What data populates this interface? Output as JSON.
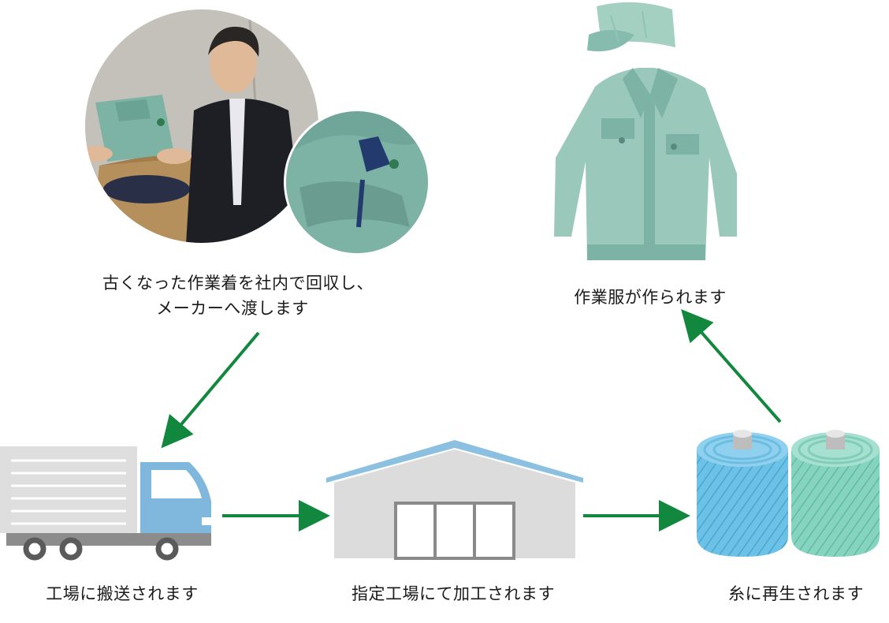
{
  "steps": {
    "collect": {
      "line1": "古くなった作業着を社内で回収し、",
      "line2": "メーカーへ渡します"
    },
    "transport": {
      "label": "工場に搬送されます"
    },
    "process": {
      "label": "指定工場にて加工されます"
    },
    "recycle": {
      "label": "糸に再生されます"
    },
    "produce": {
      "label": "作業服が作られます"
    }
  },
  "colors": {
    "arrow": "#12883f",
    "jacket": "#8fc3b5",
    "truck_cab": "#7fb8dc",
    "factory_roof": "#8cc0e0",
    "spool_blue": "#6cc2e6",
    "spool_green": "#86d4c0"
  }
}
